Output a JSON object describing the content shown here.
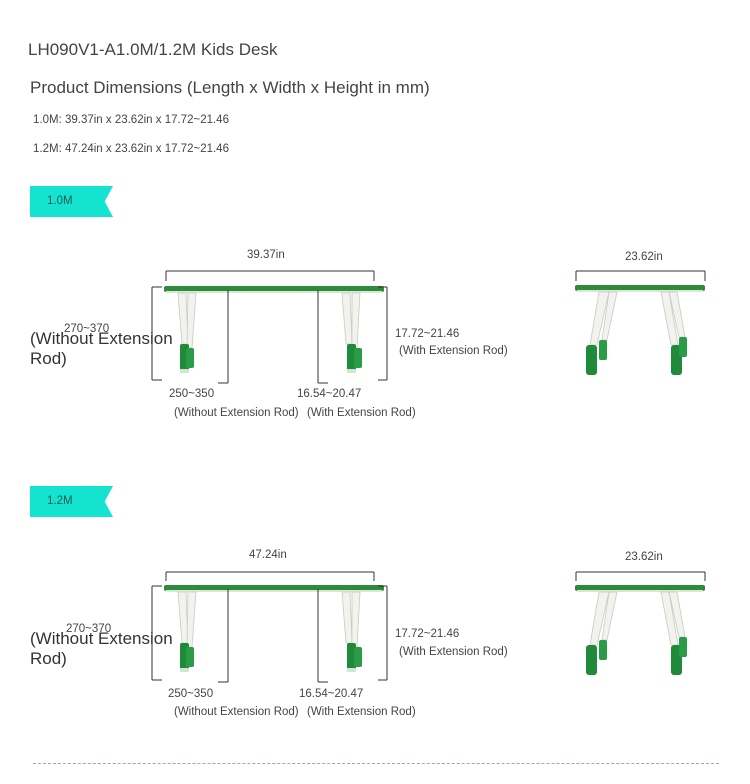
{
  "header": {
    "title": "LH090V1-A1.0M/1.2M Kids Desk",
    "subtitle": "Product Dimensions (Length x Width x Height in mm)",
    "lines": [
      "1.0M: 39.37in x 23.62in x 17.72~21.46",
      "1.2M: 47.24in x 23.62in x 17.72~21.46"
    ]
  },
  "sections": [
    {
      "tag": "1.0M",
      "length": "39.37in",
      "width": "23.62in",
      "height_left": "270~370",
      "height_left_note": "(Without Extension Rod)",
      "height_right": "17.72~21.46",
      "height_right_note": "(With Extension Rod)",
      "bottom_left": "250~350",
      "bottom_left_note": "(Without Extension Rod)",
      "bottom_right": "16.54~20.47",
      "bottom_right_note": "(With Extension Rod)"
    },
    {
      "tag": "1.2M",
      "length": "47.24in",
      "width": "23.62in",
      "height_left": "270~370",
      "height_left_note": "(Without Extension Rod)",
      "height_right": "17.72~21.46",
      "height_right_note": "(With Extension Rod)",
      "bottom_left": "250~350",
      "bottom_left_note": "(Without Extension Rod)",
      "bottom_right": "16.54~20.47",
      "bottom_right_note": "(With Extension Rod)"
    }
  ],
  "colors": {
    "tag": "#14e3cf",
    "tabletop": "#2f8a3c",
    "leg_foot": "#1f8a3a",
    "leg": "#f2f2ef"
  }
}
